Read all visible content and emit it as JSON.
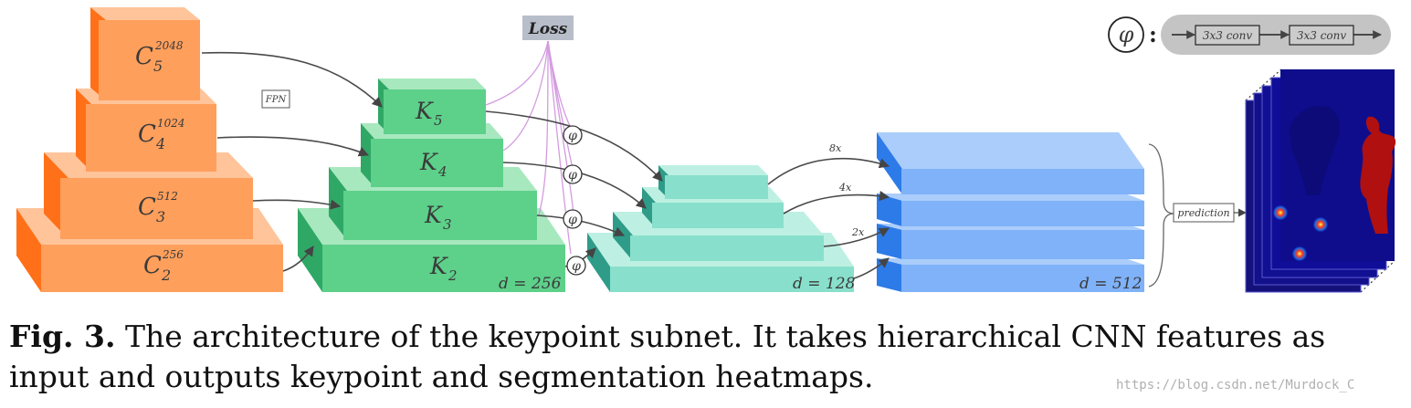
{
  "figure": {
    "loss_label": "Loss",
    "fpn_label": "FPN",
    "phi_symbol": "φ",
    "legend_colon": ":",
    "legend_conv1": "3x3 conv",
    "legend_conv2": "3x3 conv",
    "prediction_label": "prediction",
    "c_blocks": [
      {
        "base": "C",
        "sub": "5",
        "sup": "2048"
      },
      {
        "base": "C",
        "sub": "4",
        "sup": "1024"
      },
      {
        "base": "C",
        "sub": "3",
        "sup": "512"
      },
      {
        "base": "C",
        "sub": "2",
        "sup": "256"
      }
    ],
    "k_blocks": [
      {
        "base": "K",
        "sub": "5"
      },
      {
        "base": "K",
        "sub": "4"
      },
      {
        "base": "K",
        "sub": "3"
      },
      {
        "base": "K",
        "sub": "2"
      }
    ],
    "upsample_labels": [
      "8x",
      "4x",
      "2x"
    ],
    "dims": {
      "k": "d = 256",
      "mid": "d = 128",
      "concat": "d = 512"
    },
    "colors": {
      "orange_front": "#ff9f5c",
      "orange_side": "#ff7018",
      "orange_top": "#ffc49a",
      "green_front": "#5dd08a",
      "green_side": "#2fa865",
      "green_top": "#a8e8bf",
      "teal_front": "#88e0cc",
      "teal_side": "#2e9c88",
      "teal_top": "#bdf0e3",
      "blue_front": "#7fb2f8",
      "blue_side": "#2d7be8",
      "blue_top": "#abcdfb",
      "heatmap_bg": "#0f0d8c",
      "loss_bg": "#b7bec9"
    }
  },
  "caption": {
    "label": "Fig. 3.",
    "text": " The architecture of the keypoint subnet. It takes hierarchical CNN features as input and outputs keypoint and segmentation heatmaps."
  },
  "watermark": "https://blog.csdn.net/Murdock_C"
}
